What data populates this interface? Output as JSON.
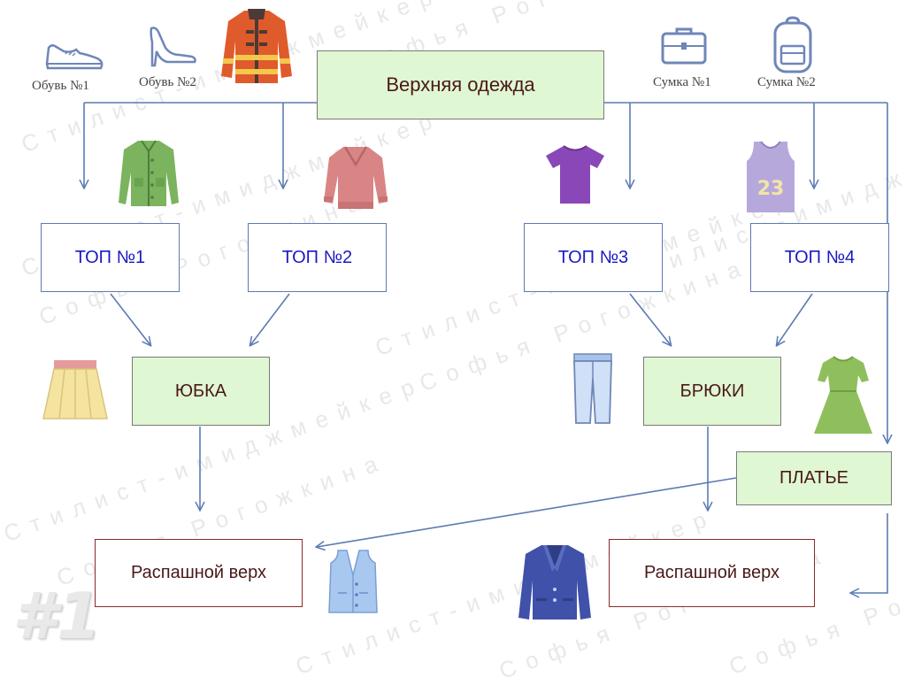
{
  "watermark": {
    "line1": "Стилист-имиджмейкер",
    "line2": "Софья Рогожкина"
  },
  "slide_number": "#1",
  "shoes": [
    {
      "label": "Обувь №1",
      "icon": "sneaker-icon"
    },
    {
      "label": "Обувь №2",
      "icon": "high-heel-icon"
    }
  ],
  "bags": [
    {
      "label": "Сумка №1",
      "icon": "briefcase-icon"
    },
    {
      "label": "Сумка №2",
      "icon": "backpack-icon"
    }
  ],
  "outerwear": {
    "label": "Верхняя одежда",
    "icon": "jacket-icon"
  },
  "tops": [
    {
      "label": "ТОП №1",
      "icon": "green-cardigan-icon"
    },
    {
      "label": "ТОП №2",
      "icon": "pink-sweater-icon"
    },
    {
      "label": "ТОП №3",
      "icon": "purple-tshirt-icon"
    },
    {
      "label": "ТОП №4",
      "icon": "basketball-jersey-icon",
      "jersey_number": "23"
    }
  ],
  "bottoms": [
    {
      "label": "ЮБКА",
      "icon": "skirt-icon"
    },
    {
      "label": "БРЮКИ",
      "icon": "jeans-icon"
    }
  ],
  "dress": {
    "label": "ПЛАТЬЕ",
    "icon": "green-dress-icon"
  },
  "open_tops": [
    {
      "label": "Распашной верх",
      "icon": "vest-icon"
    },
    {
      "label": "Распашной верх",
      "icon": "blazer-icon"
    }
  ],
  "colors": {
    "arrow": "#5b7bb2",
    "top_text": "#1a1ac2",
    "green_fill": "#dff7d2",
    "dark_text": "#4a1818"
  }
}
